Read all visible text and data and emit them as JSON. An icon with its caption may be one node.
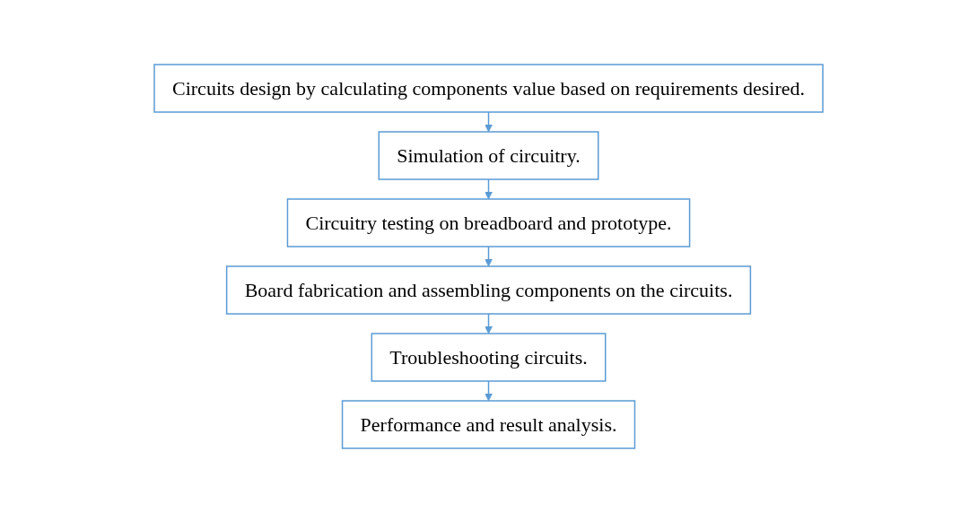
{
  "diagram": {
    "nodes": [
      {
        "text": [
          "Circuits design by calculating components value based on requirements desired."
        ]
      },
      {
        "text": [
          "Simulation of circuitry."
        ]
      },
      {
        "text": [
          "Circuitry testing on breadboard and prototype."
        ]
      },
      {
        "text": [
          "Board fabrication and assembling components on the circuits."
        ]
      },
      {
        "text": [
          "Troubleshooting circuits."
        ]
      },
      {
        "text": [
          "Performance and result analysis."
        ]
      }
    ],
    "edges": [
      {
        "from": 0,
        "to": 1,
        "arrow": "to"
      },
      {
        "from": 1,
        "to": 2,
        "arrow": "to"
      },
      {
        "from": 2,
        "to": 3,
        "arrow": "to"
      },
      {
        "from": 3,
        "to": 4,
        "arrow": "to"
      },
      {
        "from": 4,
        "to": 5,
        "arrow": "to"
      }
    ]
  }
}
